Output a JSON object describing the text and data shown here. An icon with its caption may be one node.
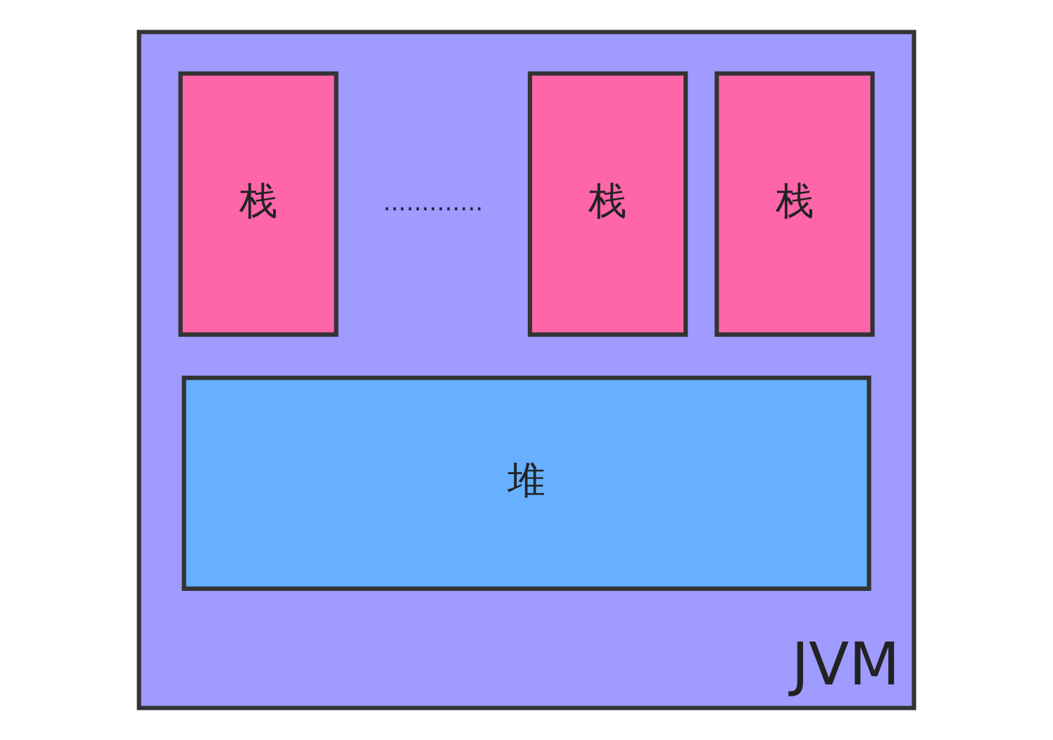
{
  "diagram": {
    "nodes": [
      {
        "text": [
          "JVM"
        ]
      },
      {
        "text": [
          "栈"
        ],
        "in": 0
      },
      {
        "text": [
          "栈"
        ],
        "in": 0
      },
      {
        "text": [
          "栈"
        ],
        "in": 0
      },
      {
        "text": [
          "堆"
        ],
        "in": 0
      }
    ],
    "labels": [
      "............."
    ]
  }
}
